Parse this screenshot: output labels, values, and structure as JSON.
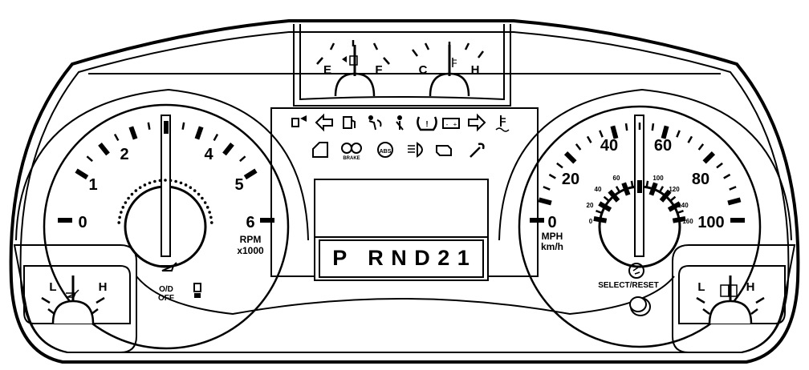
{
  "tachometer": {
    "numbers": [
      "0",
      "1",
      "2",
      "4",
      "5",
      "6"
    ],
    "unit_label": "RPM",
    "unit_multiplier": "x1000"
  },
  "speedometer": {
    "mph_numbers": [
      "0",
      "20",
      "40",
      "60",
      "80",
      "100"
    ],
    "kmh_numbers": [
      "0",
      "20",
      "40",
      "60",
      "100",
      "120",
      "140",
      "160"
    ],
    "unit_mph": "MPH",
    "unit_kmh": "km/h",
    "select_reset_label": "SELECT/RESET"
  },
  "fuel_gauge": {
    "empty_label": "E",
    "full_label": "F"
  },
  "temp_gauge": {
    "cold_label": "C",
    "hot_label": "H"
  },
  "oil_pressure_gauge": {
    "low_label": "L",
    "high_label": "H"
  },
  "voltmeter": {
    "low_label": "L",
    "high_label": "H"
  },
  "od_off_label": "O/D\nOFF",
  "brake_label": "BRAKE",
  "abs_label": "ABS",
  "gear_indicator": "P   R N D 2 1",
  "warning_icons": [
    "four-wheel-drive-icon",
    "left-turn-arrow-icon",
    "fuel-pump-icon",
    "airbag-icon",
    "seatbelt-icon",
    "tire-pressure-icon",
    "battery-icon",
    "right-turn-arrow-icon",
    "coolant-temp-icon",
    "door-ajar-icon",
    "brake-warning-icon",
    "abs-icon",
    "headlight-icon",
    "check-engine-icon",
    "wrench-icon",
    "oil-can-icon",
    "tow-haul-icon",
    "trip-odometer-reset-icon",
    "select-reset-button-icon"
  ]
}
